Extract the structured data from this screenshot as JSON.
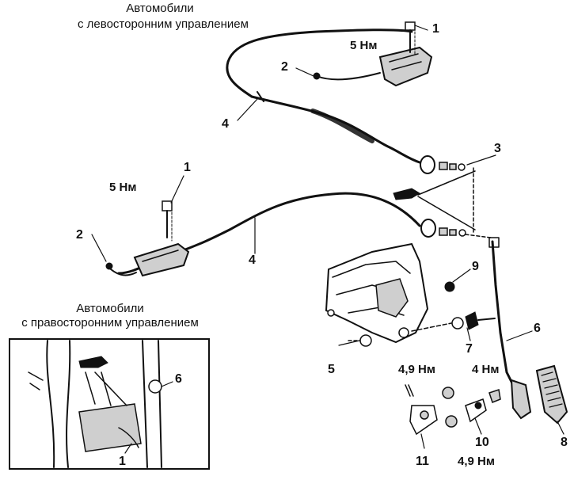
{
  "captions": {
    "lhd_line1": "Автомобили",
    "lhd_line2": "с левосторонним управлением",
    "rhd_line1": "Автомобили",
    "rhd_line2": "с правосторонним управлением"
  },
  "torques": {
    "top": "5 Нм",
    "left": "5 Нм",
    "stopper_upper": "4,9 Нм",
    "switch": "4 Нм",
    "stopper_lower": "4,9 Нм"
  },
  "callouts": {
    "n1_top": "1",
    "n2_top": "2",
    "n4_top": "4",
    "n3": "3",
    "n1_left": "1",
    "n2_left": "2",
    "n4_left": "4",
    "n9": "9",
    "n6_main": "6",
    "n7": "7",
    "n5": "5",
    "n10": "10",
    "n11": "11",
    "n8": "8",
    "n6_inset": "6",
    "n1_inset": "1"
  }
}
